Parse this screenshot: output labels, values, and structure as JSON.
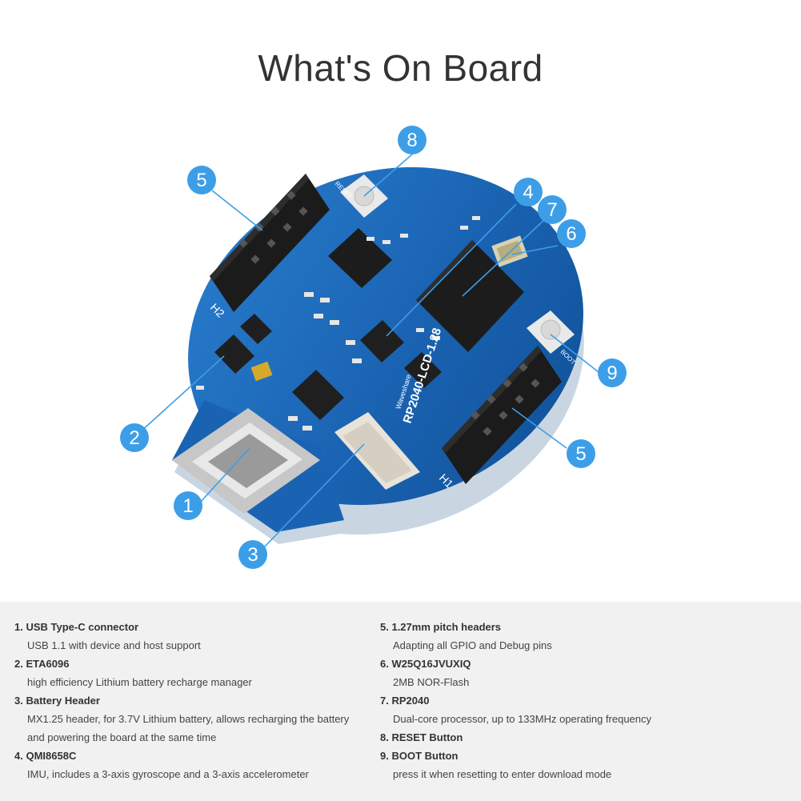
{
  "heading": "What's On Board",
  "board_labels": {
    "silk_h2": "H2",
    "silk_h1": "H1",
    "silk_model": "RP2040-LCD-1.28",
    "silk_brand": "Waveshare",
    "silk_boot": "BOOT",
    "silk_reset": "RESET"
  },
  "callouts": [
    "8",
    "5",
    "4",
    "7",
    "6",
    "9",
    "2",
    "5",
    "1",
    "3"
  ],
  "colors": {
    "board": "#1a66b8",
    "callout": "#3d9ee8",
    "panel": "#f1f1f1"
  },
  "items": [
    {
      "number": "1.",
      "title": "USB Type-C connector",
      "desc": "USB 1.1 with device and host support"
    },
    {
      "number": "2.",
      "title": "ETA6096",
      "desc": "high efficiency Lithium battery recharge manager"
    },
    {
      "number": "3.",
      "title": "Battery Header",
      "desc": "MX1.25 header, for 3.7V Lithium battery, allows recharging the battery and powering the board at the same time"
    },
    {
      "number": "4.",
      "title": "QMI8658C",
      "desc": "IMU, includes a 3-axis gyroscope and a 3-axis accelerometer"
    },
    {
      "number": "5.",
      "title": "1.27mm pitch headers",
      "desc": "Adapting all GPIO and Debug pins"
    },
    {
      "number": "6.",
      "title": "W25Q16JVUXIQ",
      "desc": "2MB NOR-Flash"
    },
    {
      "number": "7.",
      "title": "RP2040",
      "desc": "Dual-core processor, up to 133MHz operating frequency"
    },
    {
      "number": "8.",
      "title": "RESET Button",
      "desc": ""
    },
    {
      "number": "9.",
      "title": "BOOT Button",
      "desc": "press it when resetting to enter download mode"
    }
  ]
}
